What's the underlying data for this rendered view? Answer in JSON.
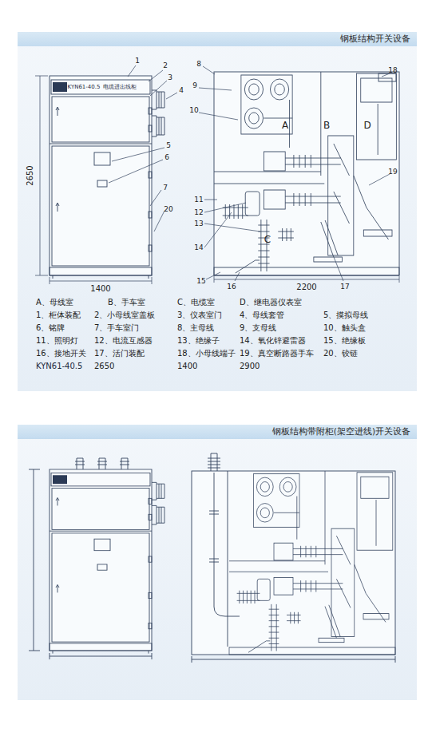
{
  "diagram": {
    "nodes": [
      {
        "text": [
          "钢板结构开关设备"
        ]
      },
      {
        "text": [
          "钢板结构带附柜(架空进线)开关设备"
        ]
      }
    ],
    "labels": [
      "KYN61-40.5",
      "电缆进出线柜",
      "2650",
      "1400",
      "2200",
      "1",
      "2",
      "3",
      "4",
      "5",
      "6",
      "7",
      "8",
      "9",
      "10",
      "11",
      "12",
      "13",
      "14",
      "15",
      "16",
      "17",
      "18",
      "19",
      "20",
      "A",
      "B",
      "C",
      "D",
      "A、母线室",
      "B、手车室",
      "C、电缆室",
      "D、继电器仪表室",
      "1、柜体装配",
      "2、小母线室盖板",
      "3、仪表室门",
      "4、母线套管",
      "5、摸拟母线",
      "6、铭牌",
      "7、手车室门",
      "8、主母线",
      "9、支母线",
      "10、触头盒",
      "11、照明灯",
      "12、电流互感器",
      "13、绝缘子",
      "14、氧化锌避雷器",
      "15、绝缘板",
      "16、接地开关",
      "17、活门装配",
      "18、小母线端子",
      "19、真空断路器手车",
      "20、铰链",
      "KYN61-40.5",
      "2650",
      "1400",
      "2900"
    ]
  }
}
